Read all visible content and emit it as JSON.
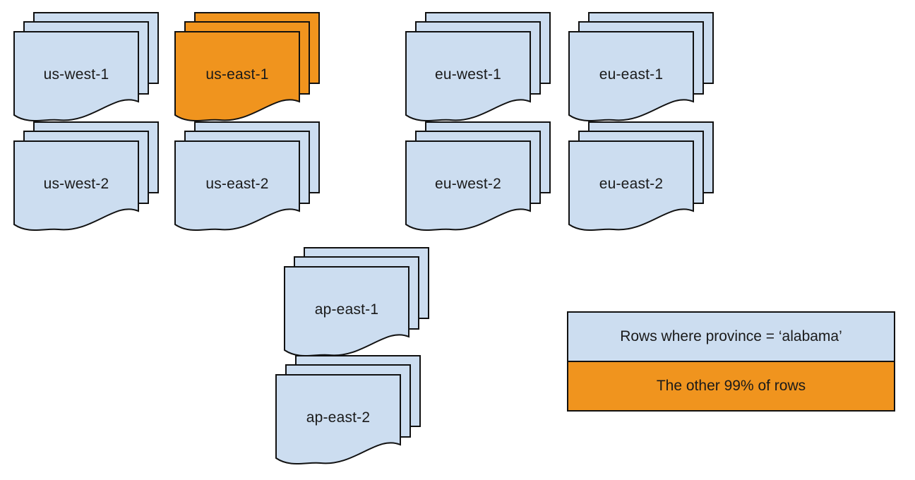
{
  "colors": {
    "region_fill": "#CCDDF0",
    "highlight_fill": "#F0941E",
    "stroke": "#111111",
    "text": "#1A1A1A"
  },
  "stacks": [
    {
      "label": "us-west-1",
      "variant": "default"
    },
    {
      "label": "us-east-1",
      "variant": "highlight"
    },
    {
      "label": "eu-west-1",
      "variant": "default"
    },
    {
      "label": "eu-east-1",
      "variant": "default"
    },
    {
      "label": "us-west-2",
      "variant": "default"
    },
    {
      "label": "us-east-2",
      "variant": "default"
    },
    {
      "label": "eu-west-2",
      "variant": "default"
    },
    {
      "label": "eu-east-2",
      "variant": "default"
    },
    {
      "label": "ap-east-1",
      "variant": "default"
    },
    {
      "label": "ap-east-2",
      "variant": "default"
    }
  ],
  "legend": {
    "items": [
      {
        "label": "Rows where province = ‘alabama’",
        "variant": "default"
      },
      {
        "label": "The other 99% of rows",
        "variant": "highlight"
      }
    ]
  }
}
